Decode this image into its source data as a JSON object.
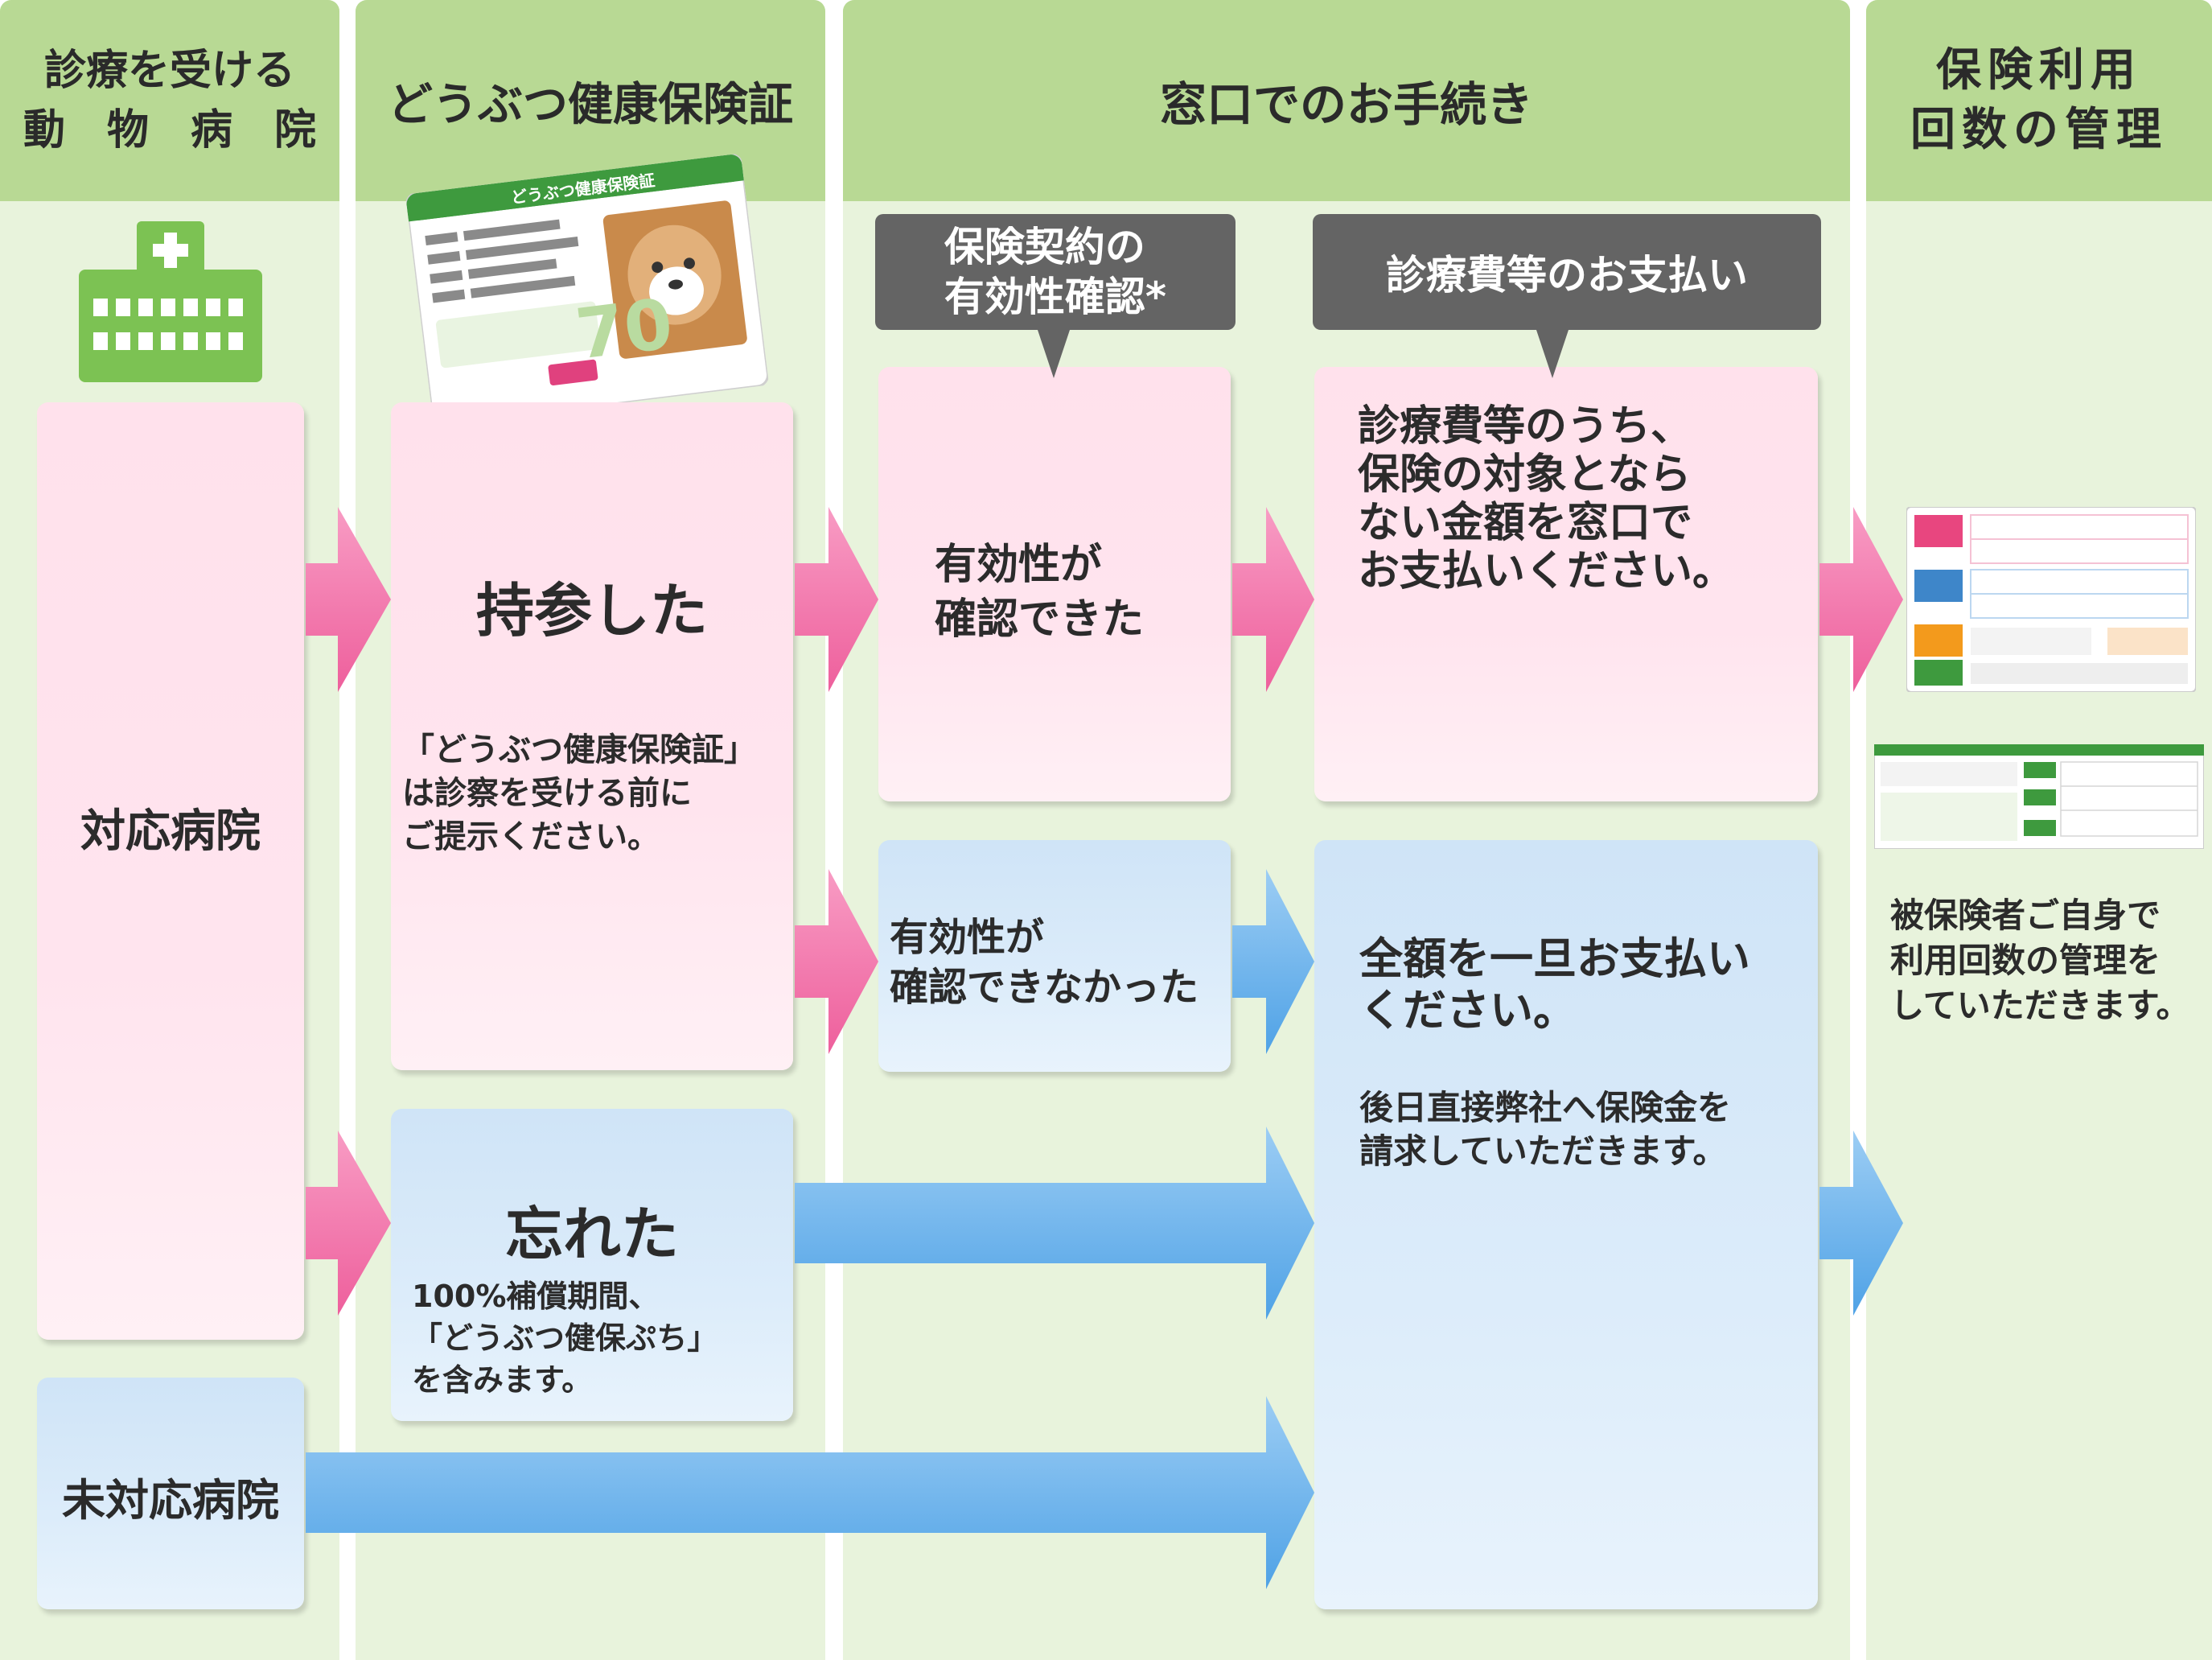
{
  "columns": {
    "hospital": "診療を受ける\n動　物　病　院",
    "card": "どうぶつ健康保険証",
    "counter": "窓口でのお手続き",
    "manage": "保険利用\n回数の管理"
  },
  "callouts": {
    "validity": "保険契約の\n有効性確認*",
    "payment": "診療費等のお支払い"
  },
  "hospitals": {
    "supported": "対応病院",
    "unsupported": "未対応病院"
  },
  "card_cases": {
    "brought_title": "持参した",
    "brought_note": "「どうぶつ健康保険証」\nは診察を受ける前に\nご提示ください。",
    "forgot_title": "忘れた",
    "forgot_note": "100%補償期間、\n「どうぶつ健保ぷち」\nを含みます。"
  },
  "validity_results": {
    "confirmed": "有効性が\n確認できた",
    "not_confirmed": "有効性が\n確認できなかった"
  },
  "payments": {
    "partial": "診療費等のうち、\n保険の対象となら\nない金額を窓口で\nお支払いください。",
    "full_title": "全額を一旦お支払い\nください。",
    "full_note": "後日直接弊社へ保険金を\n請求していただきます。"
  },
  "manage_note": "被保険者ご自身で\n利用回数の管理を\nしていただきます。",
  "card_image": {
    "title": "どうぶつ健康保険証",
    "number": "70"
  },
  "colors": {
    "column_bg": "#e8f3dc",
    "header_bg": "#b8d994",
    "pink_arrow": "#f471a8",
    "blue_arrow": "#6bb2ec",
    "hospital_icon": "#7cc253",
    "callout_bg": "#646464"
  },
  "icons": [
    "hospital-icon",
    "insurance-card-icon",
    "usage-sheet-icon",
    "usage-table-icon"
  ]
}
